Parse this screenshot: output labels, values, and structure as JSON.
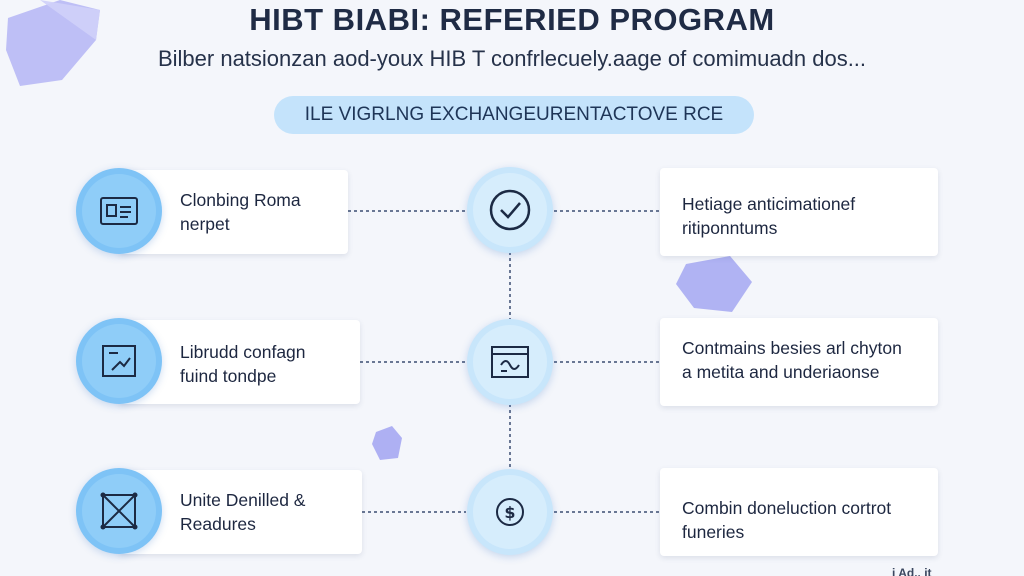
{
  "header": {
    "title": "HIBT BIABI: REFERIED PROGRAM",
    "subtitle": "Bilber natsionzan aod-youx HIB T confrlecuely.aage of comimuadn dos...",
    "pill": "ILE VIGRLNG EXCHANGEURENTACTOVE RCE"
  },
  "rows": [
    {
      "left_text": [
        "Clonbing Roma",
        "nerpet"
      ],
      "left_icon": "id-card-icon",
      "center_icon": "check-circle-icon",
      "right_text": [
        "Hetiage anticimationef",
        "ritiponntums"
      ]
    },
    {
      "left_text": [
        "Librudd confagn",
        "fuind tondpe"
      ],
      "left_icon": "document-icon",
      "center_icon": "browser-window-icon",
      "right_text": [
        "Contmains besies arl chyton",
        "a metita and underiaonse"
      ]
    },
    {
      "left_text": [
        "Unite Denilled &",
        "Readures"
      ],
      "left_icon": "network-grid-icon",
      "center_icon": "dollar-coin-icon",
      "right_text": [
        "Combin doneluction cortrot",
        "funeries"
      ]
    }
  ],
  "footer": {
    "watermark": "i  Ad.. it"
  },
  "colors": {
    "accent_blue": "#7ec3f6",
    "pill_bg": "#c4e3fb",
    "deco_purple": "#a9acf2"
  }
}
